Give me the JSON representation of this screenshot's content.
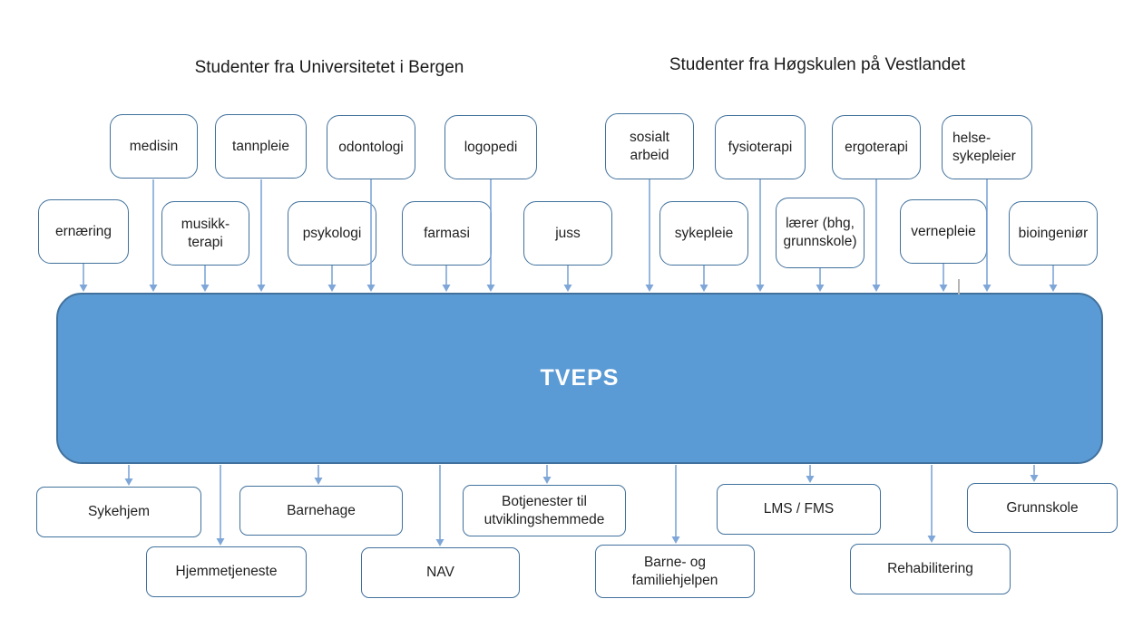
{
  "headers": {
    "uib": "Studenter fra Universitetet i Bergen",
    "hvl": "Studenter fra Høgskulen på Vestlandet"
  },
  "hub": {
    "label": "TVEPS"
  },
  "uib_programs_top": [
    "medisin",
    "tannpleie",
    "odontologi",
    "logopedi"
  ],
  "uib_programs_bottom": [
    "ernæring",
    "musikk-\nterapi",
    "psykologi",
    "farmasi",
    "juss"
  ],
  "hvl_programs_top": [
    "sosialt\narbeid",
    "fysioterapi",
    "ergoterapi",
    "helse-\nsykepleier"
  ],
  "hvl_programs_bottom": [
    "sykepleie",
    "lærer (bhg,\ngrunnskole)",
    "vernepleie",
    "bioingeniør"
  ],
  "services_top": [
    "Sykehjem",
    "Barnehage",
    "Botjenester til\nutviklingshemmede",
    "LMS / FMS",
    "Grunnskole"
  ],
  "services_bottom": [
    "Hjemmetjeneste",
    "NAV",
    "Barne- og\nfamiliehjelpen",
    "Rehabilitering"
  ],
  "colors": {
    "hub_fill": "#5B9BD5",
    "hub_border": "#41719C",
    "box_border": "#41719C",
    "arrow": "#7EA6D8",
    "text": "#1F1F1F"
  }
}
